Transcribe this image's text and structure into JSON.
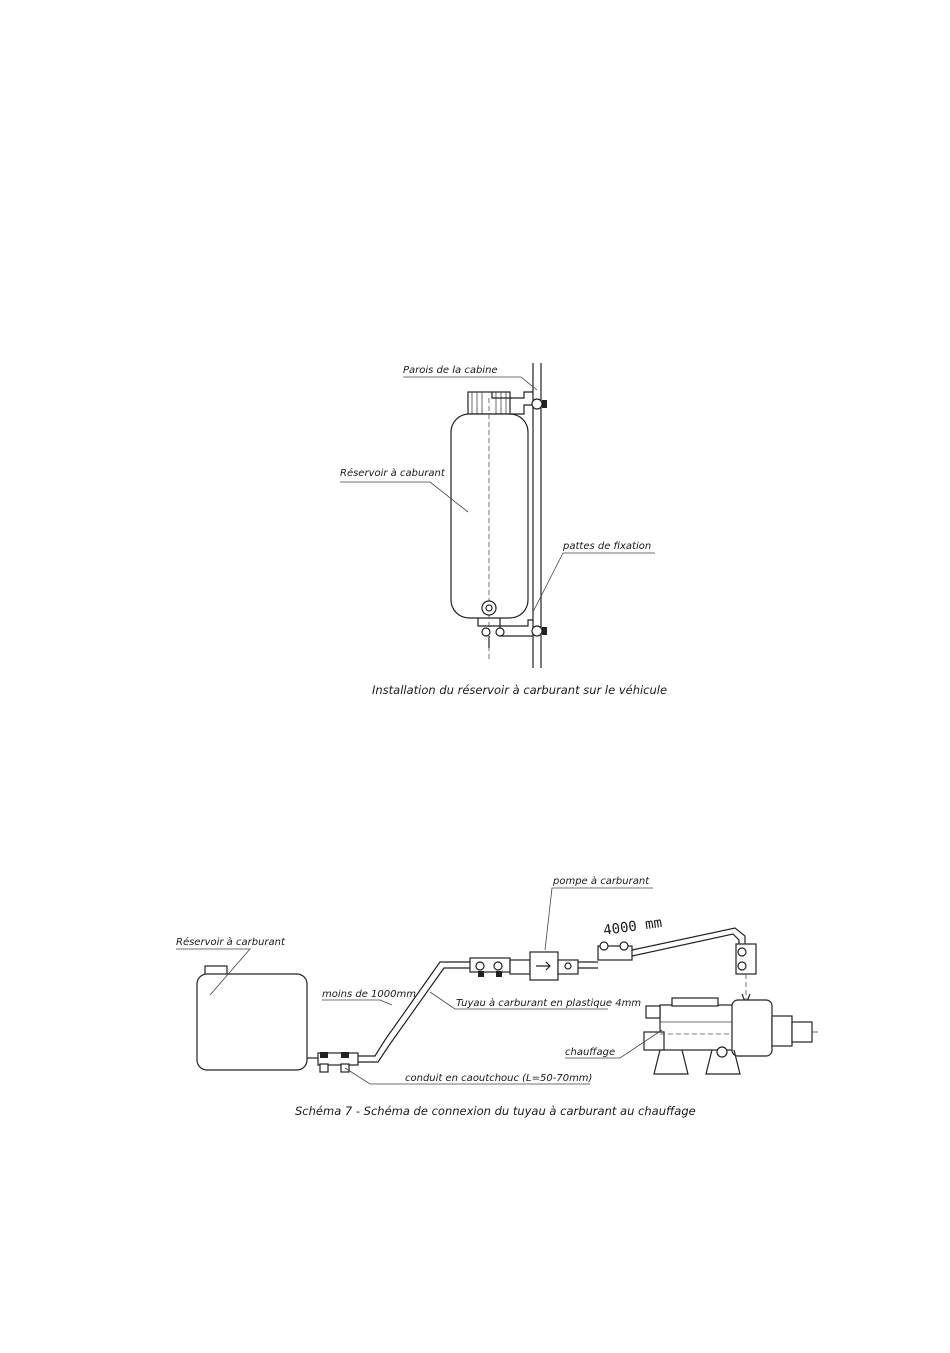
{
  "figure1": {
    "label_wall": "Parois de la cabine",
    "label_tank": "Réservoir à caburant",
    "label_brackets": "pattes de fixation",
    "caption": "Installation du réservoir à carburant sur le véhicule"
  },
  "figure2": {
    "label_tank": "Réservoir à carburant",
    "label_pump": "pompe à carburant",
    "label_length": "4000 mm",
    "label_less": "moins de 1000mm",
    "label_pipe": "Tuyau à carburant en plastique 4mm",
    "label_heater": "chauffage",
    "label_rubber": "conduit en caoutchouc (L=50-70mm)",
    "caption": "Schéma 7 - Schéma de connexion du tuyau à carburant au chauffage"
  }
}
